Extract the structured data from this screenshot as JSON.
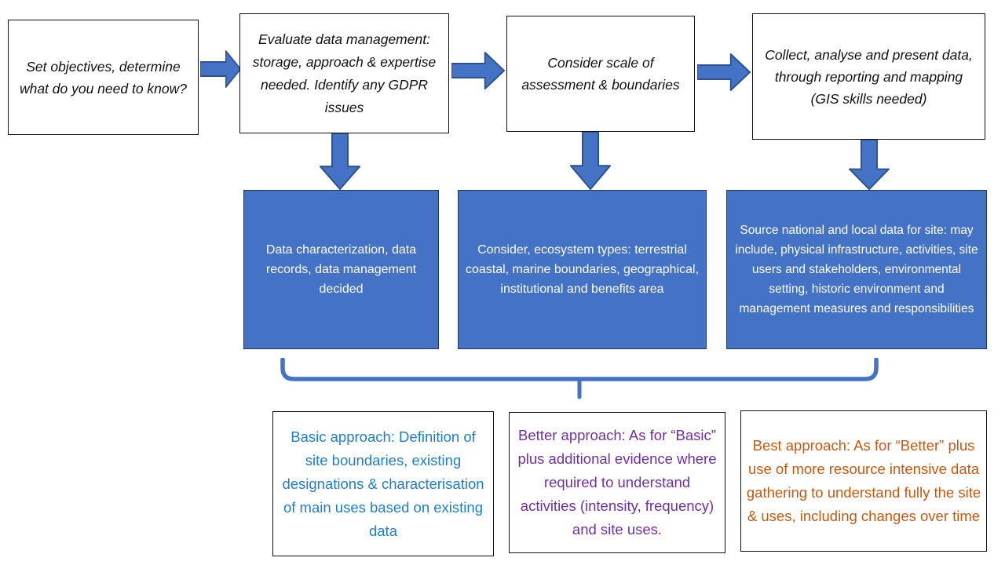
{
  "colors": {
    "shape_fill": "#4472C4",
    "shape_border": "#2F528F",
    "blue_box_fill": "#4472C4",
    "blue_box_border": "#1F3864",
    "basic_text": "#1E7EC8",
    "better_text": "#7030A0",
    "best_text": "#C55A11"
  },
  "top_row": [
    {
      "text": "Set objectives, determine what do you need to know?"
    },
    {
      "text": "Evaluate data management: storage, approach & expertise needed. Identify any GDPR issues"
    },
    {
      "text": "Consider scale of assessment & boundaries"
    },
    {
      "text": "Collect, analyse and present data, through reporting and mapping (GIS skills needed)"
    }
  ],
  "middle_row": [
    {
      "text": "Data characterization, data records, data management decided"
    },
    {
      "text": "Consider, ecosystem types: terrestrial coastal, marine boundaries, geographical, institutional and benefits area"
    },
    {
      "text": "Source national and local data for site: may include, physical infrastructure, activities, site users and stakeholders, environmental setting, historic environment and management measures and responsibilities"
    }
  ],
  "bottom_row": [
    {
      "text": "Basic approach: Definition of site boundaries, existing designations & characterisation of main uses based on existing data",
      "color": "#1E7EC8"
    },
    {
      "text": "Better approach: As for “Basic” plus additional evidence where required to understand activities (intensity, frequency) and site uses.",
      "color": "#7030A0"
    },
    {
      "text": "Best approach: As for “Better” plus use of more resource intensive data gathering to understand fully the site & uses, including changes over time",
      "color": "#C55A11"
    }
  ]
}
